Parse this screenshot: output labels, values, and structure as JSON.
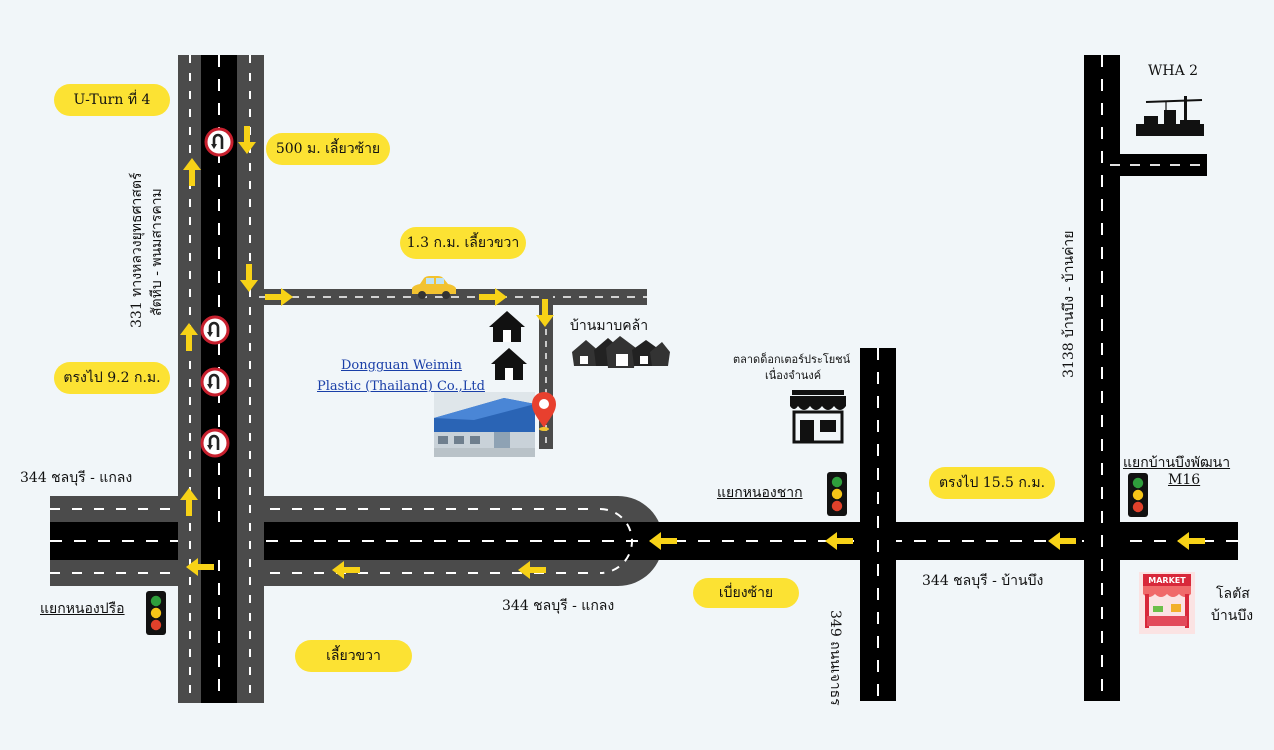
{
  "labels": {
    "uturn4": "U-Turn ที่ 4",
    "turn_left_500": "500 ม. เลี้ยวซ้าย",
    "turn_right_13": "1.3 ก.ม. เลี้ยวขวา",
    "straight_92": "ตรงไป 9.2 ก.ม.",
    "straight_155": "ตรงไป 15.5 ก.ม.",
    "veer_left": "เบี่ยงซ้าย",
    "turn_right": "เลี้ยวขวา"
  },
  "roads": {
    "r331_line1": "331 ทางหลวงยุทธศาสตร์",
    "r331_line2": "สัตหีบ - พนมสารคาม",
    "r344_west": "344 ชลบุรี - แกลง",
    "r344_center": "344 ชลบุรี - แกลง",
    "r344_east": "344 ชลบุรี - บ้านบึง",
    "r3138": "3138 บ้านบึง - บ้านค่าย",
    "r349": "349 ถนนเจาธร"
  },
  "places": {
    "company_line1": "Dongguan Weimin",
    "company_line2": "Plastic (Thailand) Co.,Ltd",
    "village": "บ้านมาบคล้า",
    "market_line1": "ตลาดด็อกเตอร์ประโยชน์",
    "market_line2": "เนื่องจำนงค์",
    "wha": "WHA 2",
    "lotus_line1": "โลตัส",
    "lotus_line2": "บ้านบึง",
    "market_sign": "MARKET"
  },
  "junctions": {
    "nongpruea": "แยกหนองปรือ",
    "nongchak": "แยกหนองชาก",
    "banbueng_line1": "แยกบ้านบึงพัฒนา",
    "banbueng_line2": "M16"
  },
  "colors": {
    "road": "#000000",
    "road_gray": "#4b4b4b",
    "lane_mark": "#ffffff",
    "arrow": "#f7d217",
    "pill": "#fce233",
    "background": "#f1f6f9",
    "pin": "#e8402e",
    "uturn_sign": "#c8202e"
  },
  "icons": [
    "house-icon",
    "village-icon",
    "shop-icon",
    "factory-icon",
    "location-pin-icon",
    "traffic-light-icon",
    "u-turn-sign-icon",
    "car-icon",
    "market-stall-icon",
    "construction-crane-icon"
  ]
}
